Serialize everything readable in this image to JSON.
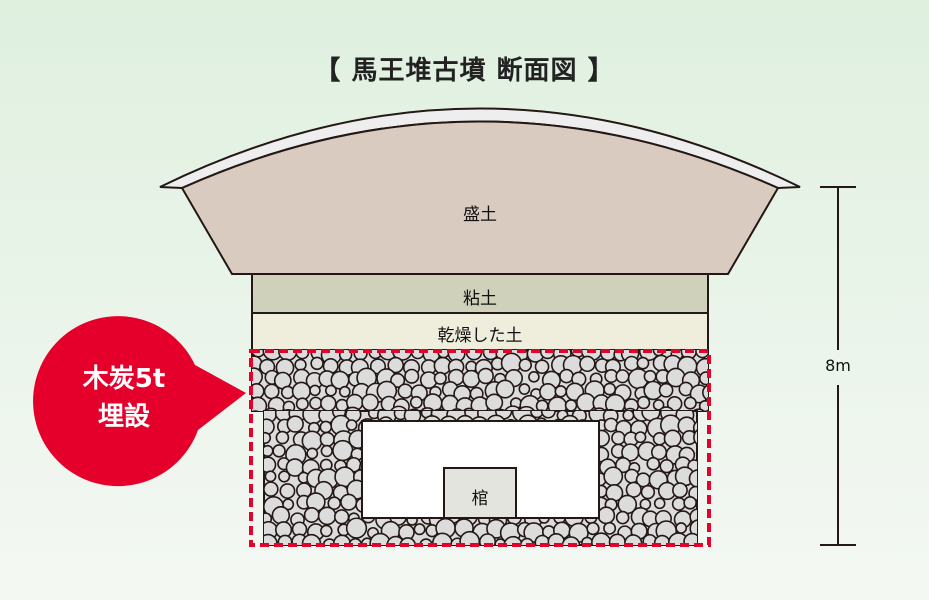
{
  "title": "【 馬王堆古墳 断面図 】",
  "layers": {
    "mound": "盛土",
    "clay": "粘土",
    "dry_soil": "乾燥した土",
    "coffin": "棺"
  },
  "callout": {
    "line1": "木炭5t",
    "line2": "埋設"
  },
  "scale": {
    "label": "8m"
  },
  "colors": {
    "accent": "#e4002b",
    "mound": "#d9cbbf",
    "clay": "#cfd1bb",
    "dry_soil": "#efeedc",
    "charcoal": "#dcdcdc"
  }
}
